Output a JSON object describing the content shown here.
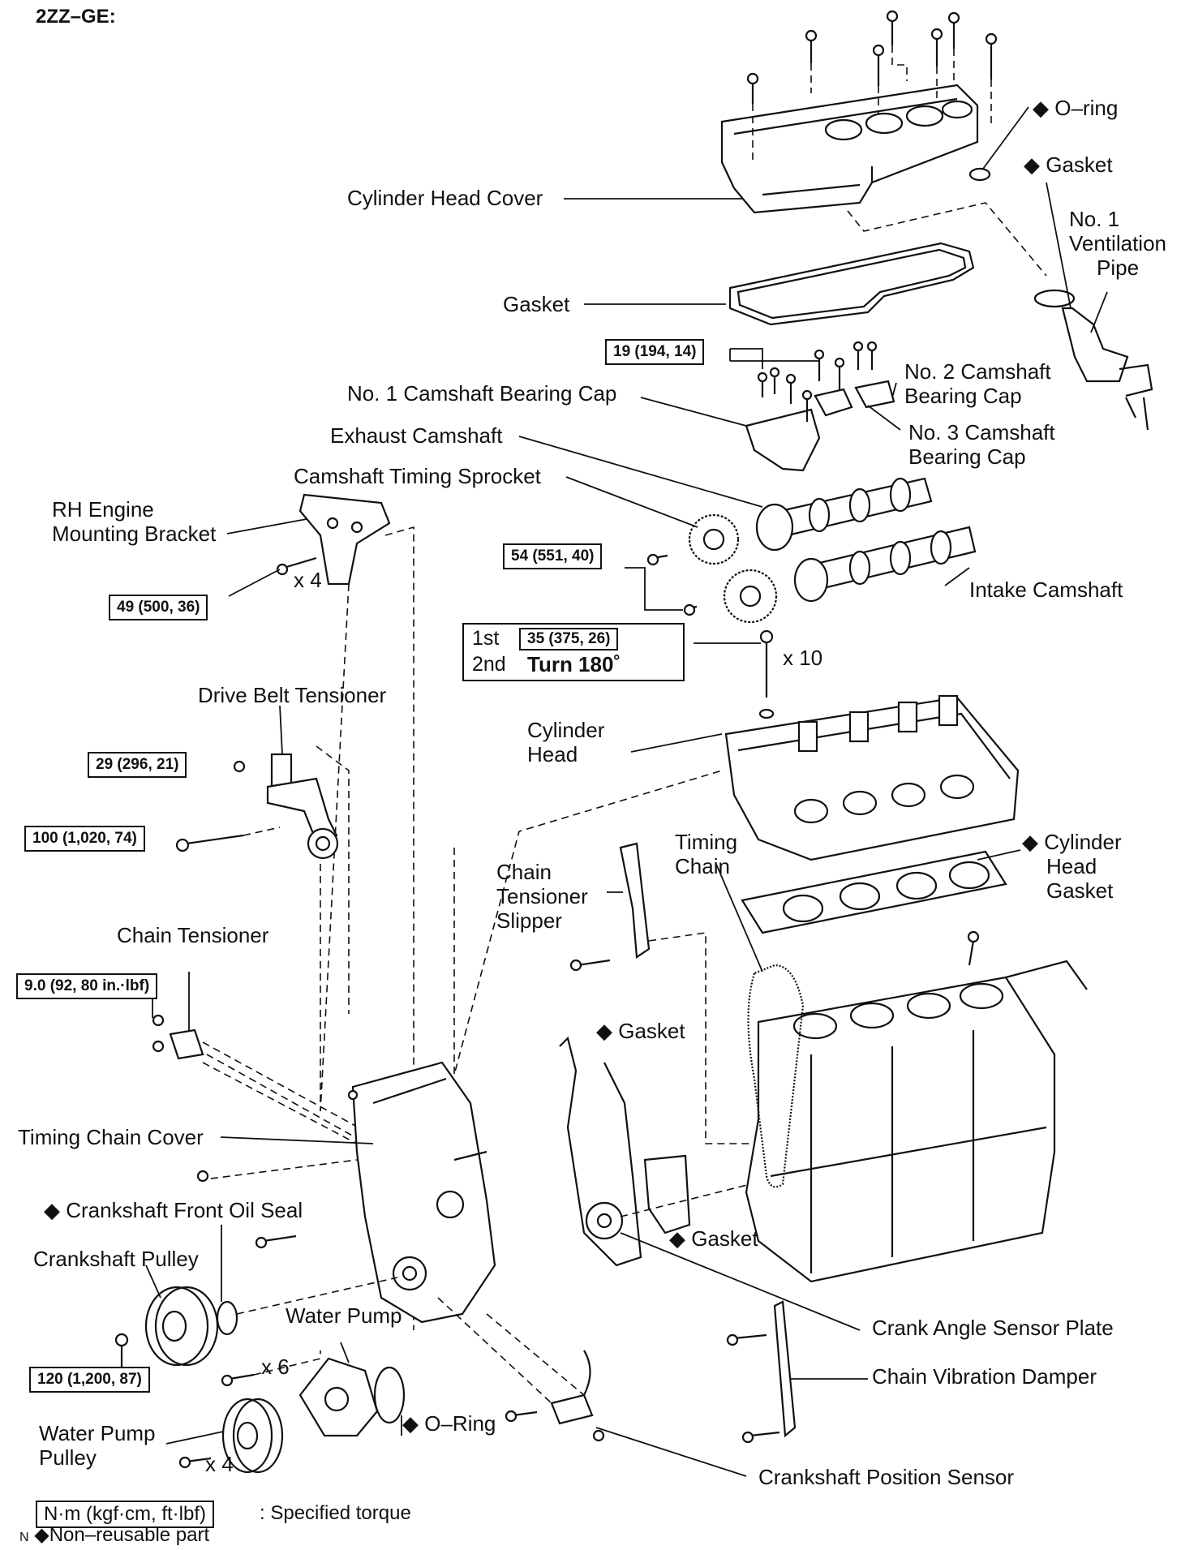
{
  "diagram": {
    "title": "2ZZ–GE:",
    "nonreusable_marker": "◆",
    "labels": {
      "o_ring": "O–ring",
      "gasket_vent": "Gasket",
      "vent_pipe_1": "No. 1",
      "vent_pipe_2": "Ventilation",
      "vent_pipe_3": "Pipe",
      "cyl_head_cover": "Cylinder Head Cover",
      "gasket_cover": "Gasket",
      "no2_cam_1": "No. 2 Camshaft",
      "no2_cam_2": "Bearing Cap",
      "no1_cam": "No. 1 Camshaft Bearing Cap",
      "exhaust_cam": "Exhaust Camshaft",
      "no3_cam_1": "No. 3 Camshaft",
      "no3_cam_2": "Bearing Cap",
      "sprocket": "Camshaft Timing Sprocket",
      "rh_bracket_1": "RH Engine",
      "rh_bracket_2": "Mounting Bracket",
      "intake_cam": "Intake Camshaft",
      "times4_a": "x 4",
      "times10": "x 10",
      "drive_belt": "Drive Belt Tensioner",
      "cyl_head_1": "Cylinder",
      "cyl_head_2": "Head",
      "timing_chain_1": "Timing",
      "timing_chain_2": "Chain",
      "head_gasket_1": "Cylinder",
      "head_gasket_2": "Head",
      "head_gasket_3": "Gasket",
      "slipper_1": "Chain",
      "slipper_2": "Tensioner",
      "slipper_3": "Slipper",
      "chain_tensioner": "Chain Tensioner",
      "gasket_cover2": "Gasket",
      "timing_cover": "Timing Chain Cover",
      "front_seal": "Crankshaft Front Oil Seal",
      "gasket_pump": "Gasket",
      "crank_pulley": "Crankshaft Pulley",
      "water_pump": "Water Pump",
      "crank_angle": "Crank Angle Sensor Plate",
      "times6": "x 6",
      "chain_damper": "Chain Vibration Damper",
      "o_ring_pump": "O–Ring",
      "wp_pulley_1": "Water Pump",
      "wp_pulley_2": "Pulley",
      "times4_b": "x 4",
      "crank_pos": "Crankshaft Position Sensor"
    },
    "torques": {
      "cam_caps": "19 (194, 14)",
      "sprocket": "54 (551, 40)",
      "bracket": "49 (500, 36)",
      "tensioner_bolt": "29 (296, 21)",
      "tensioner_long": "100 (1,020, 74)",
      "chain_tensioner": "9.0 (92, 80 in.·lbf)",
      "crank_pulley": "120 (1,200, 87)"
    },
    "head_bolt_steps": {
      "step1": "1st",
      "step1_value": "35 (375, 26)",
      "step2": "2nd",
      "step2_value": "Turn 180˚"
    },
    "legend": {
      "torque_unit": "N·m (kgf·cm, ft·lbf)",
      "torque_text": ": Specified torque",
      "n_mark": "N",
      "nonreusable_text": "Non–reusable part"
    }
  }
}
